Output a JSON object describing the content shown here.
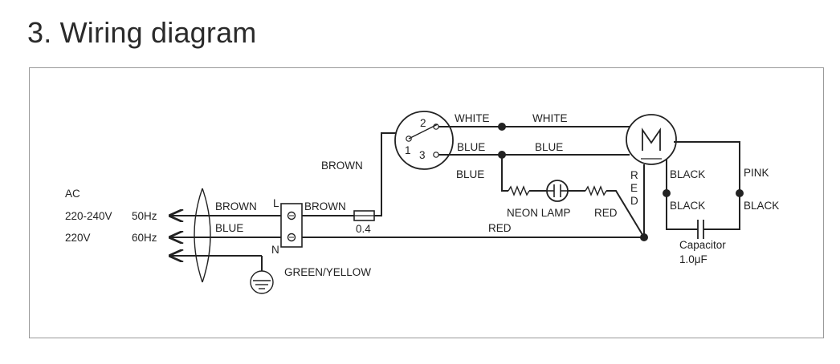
{
  "title": "3. Wiring diagram",
  "supply": {
    "ac": "AC",
    "v1": "220-240V",
    "f1": "50Hz",
    "v2": "220V",
    "f2": "60Hz"
  },
  "terminal": {
    "l": "L",
    "n": "N"
  },
  "switch": {
    "pos1": "1",
    "pos2": "2",
    "pos3": "3"
  },
  "fuse": {
    "rating": "0.4"
  },
  "motor": {
    "symbol": "M"
  },
  "lamp": {
    "label": "NEON LAMP"
  },
  "capacitor": {
    "label": "Capacitor",
    "value": "1.0μF"
  },
  "wires": {
    "brown_in": "BROWN",
    "blue_in": "BLUE",
    "brown_term": "BROWN",
    "brown_riser": "BROWN",
    "white_sw": "WHITE",
    "white_motor": "WHITE",
    "blue_sw": "BLUE",
    "blue_motor": "BLUE",
    "blue_lamp": "BLUE",
    "red_lamp": "RED",
    "red_bottom": "RED",
    "red_vertical": [
      "R",
      "E",
      "D"
    ],
    "black_motor": "BLACK",
    "pink": "PINK",
    "black_cap_left": "BLACK",
    "black_cap_right": "BLACK",
    "ground": "GREEN/YELLOW"
  }
}
